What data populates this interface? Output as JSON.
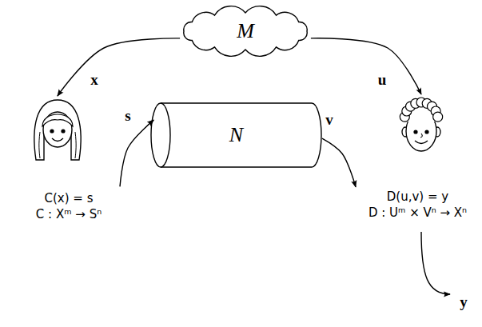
{
  "diagram": {
    "nodes": [
      {
        "text": [
          "M"
        ]
      },
      {
        "text": [
          "C(x) = s",
          "C : Xᵐ → Sⁿ"
        ]
      },
      {
        "text": [
          "N"
        ]
      },
      {
        "text": [
          "D(u,v) = y",
          "D : Uᵐ × Vⁿ → Xⁿ"
        ]
      }
    ],
    "edges": [
      {
        "from": 0,
        "to": 1,
        "label": "x",
        "arrow": "to"
      },
      {
        "from": 0,
        "to": 3,
        "label": "u",
        "arrow": "to"
      },
      {
        "from": 1,
        "to": 2,
        "label": "s",
        "arrow": "to"
      },
      {
        "from": 2,
        "to": 3,
        "label": "v",
        "arrow": "to"
      }
    ],
    "labels": [
      "y"
    ]
  }
}
